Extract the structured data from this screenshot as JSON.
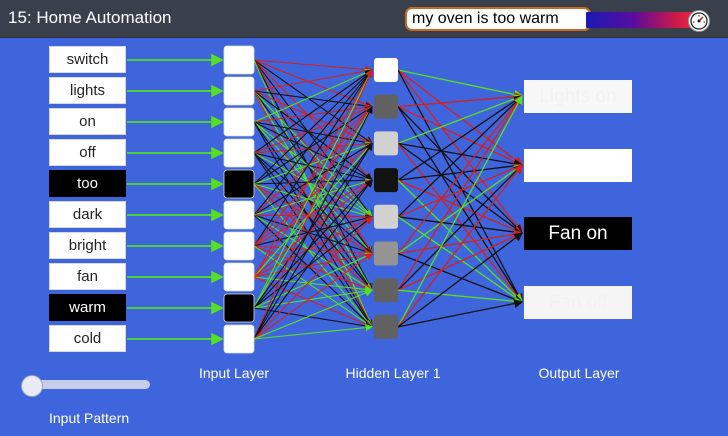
{
  "header": {
    "title": "15: Home Automation",
    "input_value": "my oven is too warm"
  },
  "input_words": [
    {
      "label": "switch",
      "active": false
    },
    {
      "label": "lights",
      "active": false
    },
    {
      "label": "on",
      "active": false
    },
    {
      "label": "off",
      "active": false
    },
    {
      "label": "too",
      "active": true
    },
    {
      "label": "dark",
      "active": false
    },
    {
      "label": "bright",
      "active": false
    },
    {
      "label": "fan",
      "active": false
    },
    {
      "label": "warm",
      "active": true
    },
    {
      "label": "cold",
      "active": false
    }
  ],
  "input_layer": {
    "label": "Input Layer",
    "activations": [
      0,
      0,
      0,
      0,
      1,
      0,
      0,
      0,
      1,
      0
    ]
  },
  "hidden_layer": {
    "label": "Hidden Layer 1",
    "activations": [
      0.0,
      0.62,
      0.18,
      0.93,
      0.18,
      0.42,
      0.62,
      0.62
    ]
  },
  "output_layer": {
    "label": "Output Layer",
    "nodes": [
      {
        "label": "Lights on",
        "activation": 0.03
      },
      {
        "label": "",
        "activation": 0.0
      },
      {
        "label": "Fan on",
        "activation": 1.0
      },
      {
        "label": "Fan off",
        "activation": 0.04
      }
    ]
  },
  "pattern_slider": {
    "label": "Input Pattern",
    "value": 0
  },
  "colors": {
    "background": "#3f65dc",
    "title_bar": "#3a3f4c",
    "positive_weight": "#55e022",
    "negative_weight": "#d81e1e",
    "neutral_weight": "#111111",
    "input_border": "#c46a22"
  }
}
